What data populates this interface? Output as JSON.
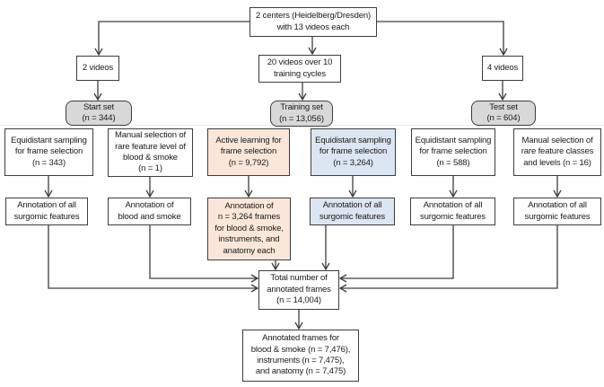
{
  "colors": {
    "background": "#ffffff",
    "box_border": "#3d3d3d",
    "line": "#3d3d3d",
    "gray_fill": "#d8d8d8",
    "peach_fill": "#fbe7da",
    "blue_fill": "#dce6f2"
  },
  "flow": {
    "source": "2 centers (Heidelberg/Dresden)\nwith 13 videos each",
    "branch_videos": [
      "2 videos",
      "20 videos over 10\ntraining cycles",
      "4 videos"
    ],
    "sets": [
      "Start set\n(n = 344)",
      "Training set\n(n = 13,056)",
      "Test set\n(n = 604)"
    ],
    "selection": [
      "Equidistant sampling\nfor frame selection\n(n = 343)",
      "Manual selection of\nrare feature level of\nblood & smoke\n(n = 1)",
      "Active learning for\nframe selection\n(n = 9,792)",
      "Equidistant sampling\nfor frame selection\n(n = 3,264)",
      "Equidistant sampling\nfor frame selection\n(n = 588)",
      "Manual selection of\nrare feature classes\nand levels (n = 16)"
    ],
    "annotation": [
      "Annotation of all\nsurgomic features",
      "Annotation of\nblood and smoke",
      "Annotation of\nn = 3,264 frames\nfor blood & smoke,\ninstruments, and\nanatomy each",
      "Annotation of all\nsurgomic features",
      "Annotation of all\nsurgomic features",
      "Annotation of all\nsurgomic features"
    ],
    "total": "Total number of\nannotated frames\n(n = 14,004)",
    "final": "Annotated frames for\nblood & smoke (n = 7,476),\ninstruments (n = 7,475),\nand anatomy (n = 7,475)"
  }
}
